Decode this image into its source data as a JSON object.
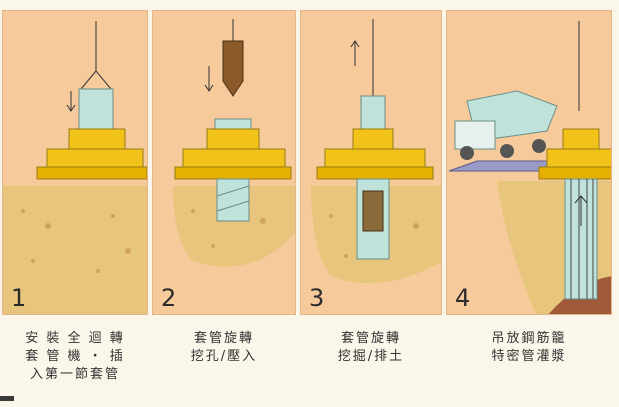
{
  "steps": [
    {
      "number": "1",
      "caption_lines": [
        "安 裝 全 迴 轉",
        "套 管 機 ・ 插",
        "入第一節套管"
      ]
    },
    {
      "number": "2",
      "caption_lines": [
        "套管旋轉",
        "挖孔/壓入"
      ]
    },
    {
      "number": "3",
      "caption_lines": [
        "套管旋轉",
        "挖掘/排土"
      ]
    },
    {
      "number": "4",
      "caption_lines": [
        "吊放鋼筋籠",
        "特密管灌漿"
      ]
    }
  ],
  "colors": {
    "panel_bg": "#f7ca9c",
    "soil": "#e8c57c",
    "machine": "#f0c21a",
    "casing": "#bfe2da",
    "concrete": "#a05a3a"
  }
}
